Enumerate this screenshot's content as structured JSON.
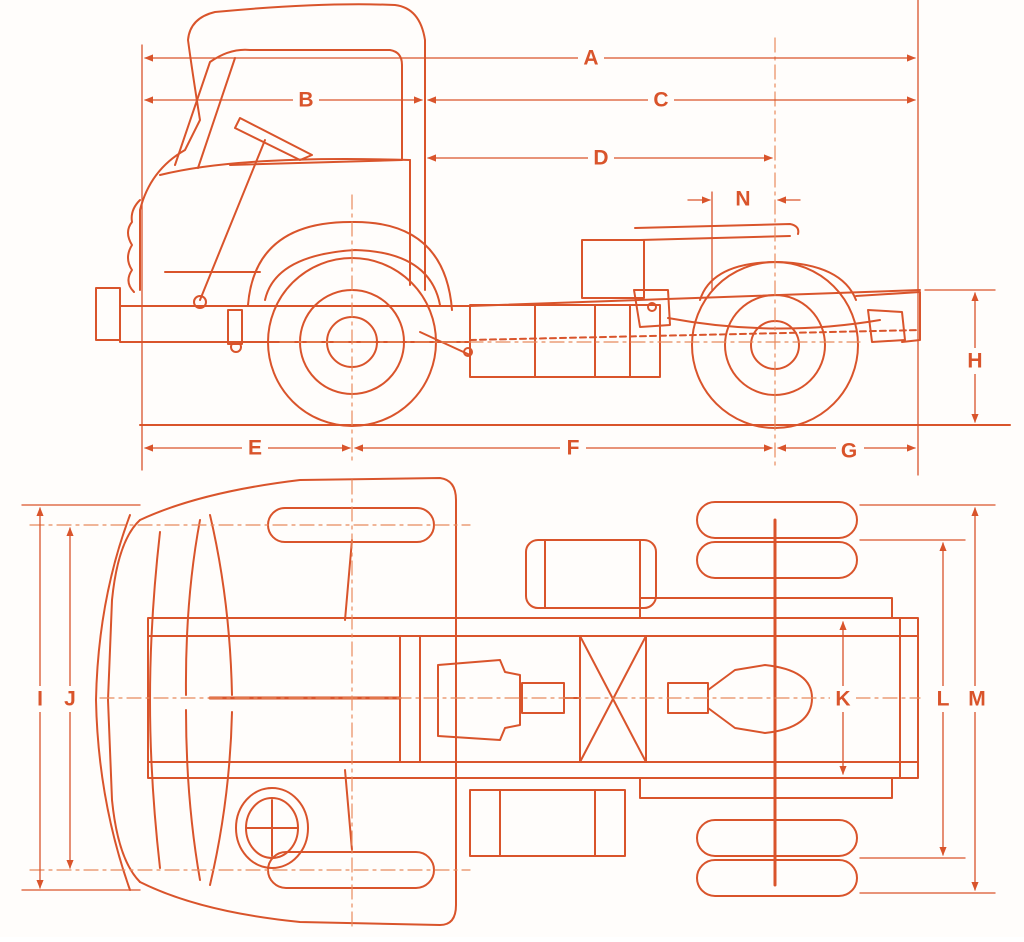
{
  "diagram": {
    "colors": {
      "ink": "#d9542b",
      "ink_light": "#e88a5c",
      "paper": "#fffdfb"
    },
    "views": [
      "side-elevation",
      "plan-view"
    ],
    "dimension_labels": {
      "A": "A",
      "B": "B",
      "C": "C",
      "D": "D",
      "N": "N",
      "H": "H",
      "E": "E",
      "F": "F",
      "G": "G",
      "I": "I",
      "J": "J",
      "K": "K",
      "L": "L",
      "M": "M"
    }
  }
}
